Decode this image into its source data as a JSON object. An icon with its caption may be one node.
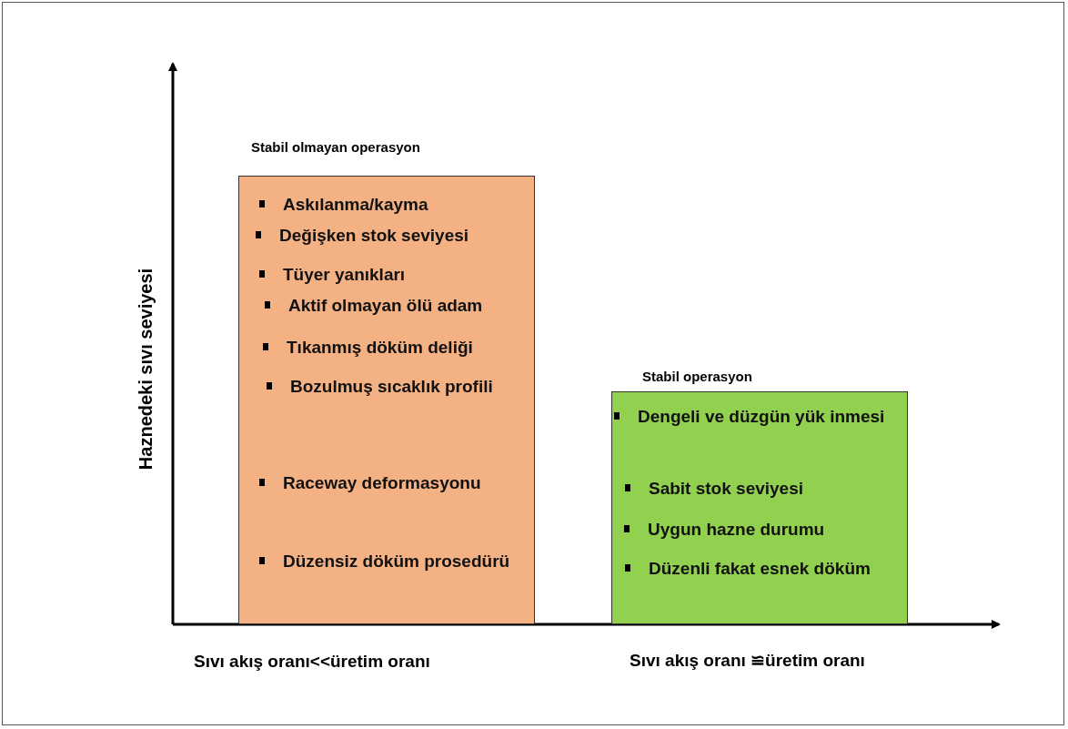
{
  "diagram": {
    "nodes": [
      {
        "text": [
          "Stabil olmayan operasyon",
          "Askılanma/kayma",
          "Değişken stok seviyesi",
          "Tüyer yanıkları",
          "Aktif olmayan ölü adam",
          "Tıkanmış döküm deliği",
          "Bozulmuş sıcaklık profili",
          "Raceway deformasyonu",
          "Düzensiz döküm prosedürü"
        ]
      },
      {
        "text": [
          "Stabil operasyon",
          "Dengeli ve düzgün yük inmesi",
          "Sabit stok seviyesi",
          "Uygun hazne durumu",
          "Düzenli fakat esnek döküm"
        ]
      }
    ],
    "labels": [
      "Haznedeki sıvı seviyesi",
      "Sıvı akış oranı<<üretim oranı",
      "Sıvı akış oranı ≌üretim oranı"
    ]
  }
}
